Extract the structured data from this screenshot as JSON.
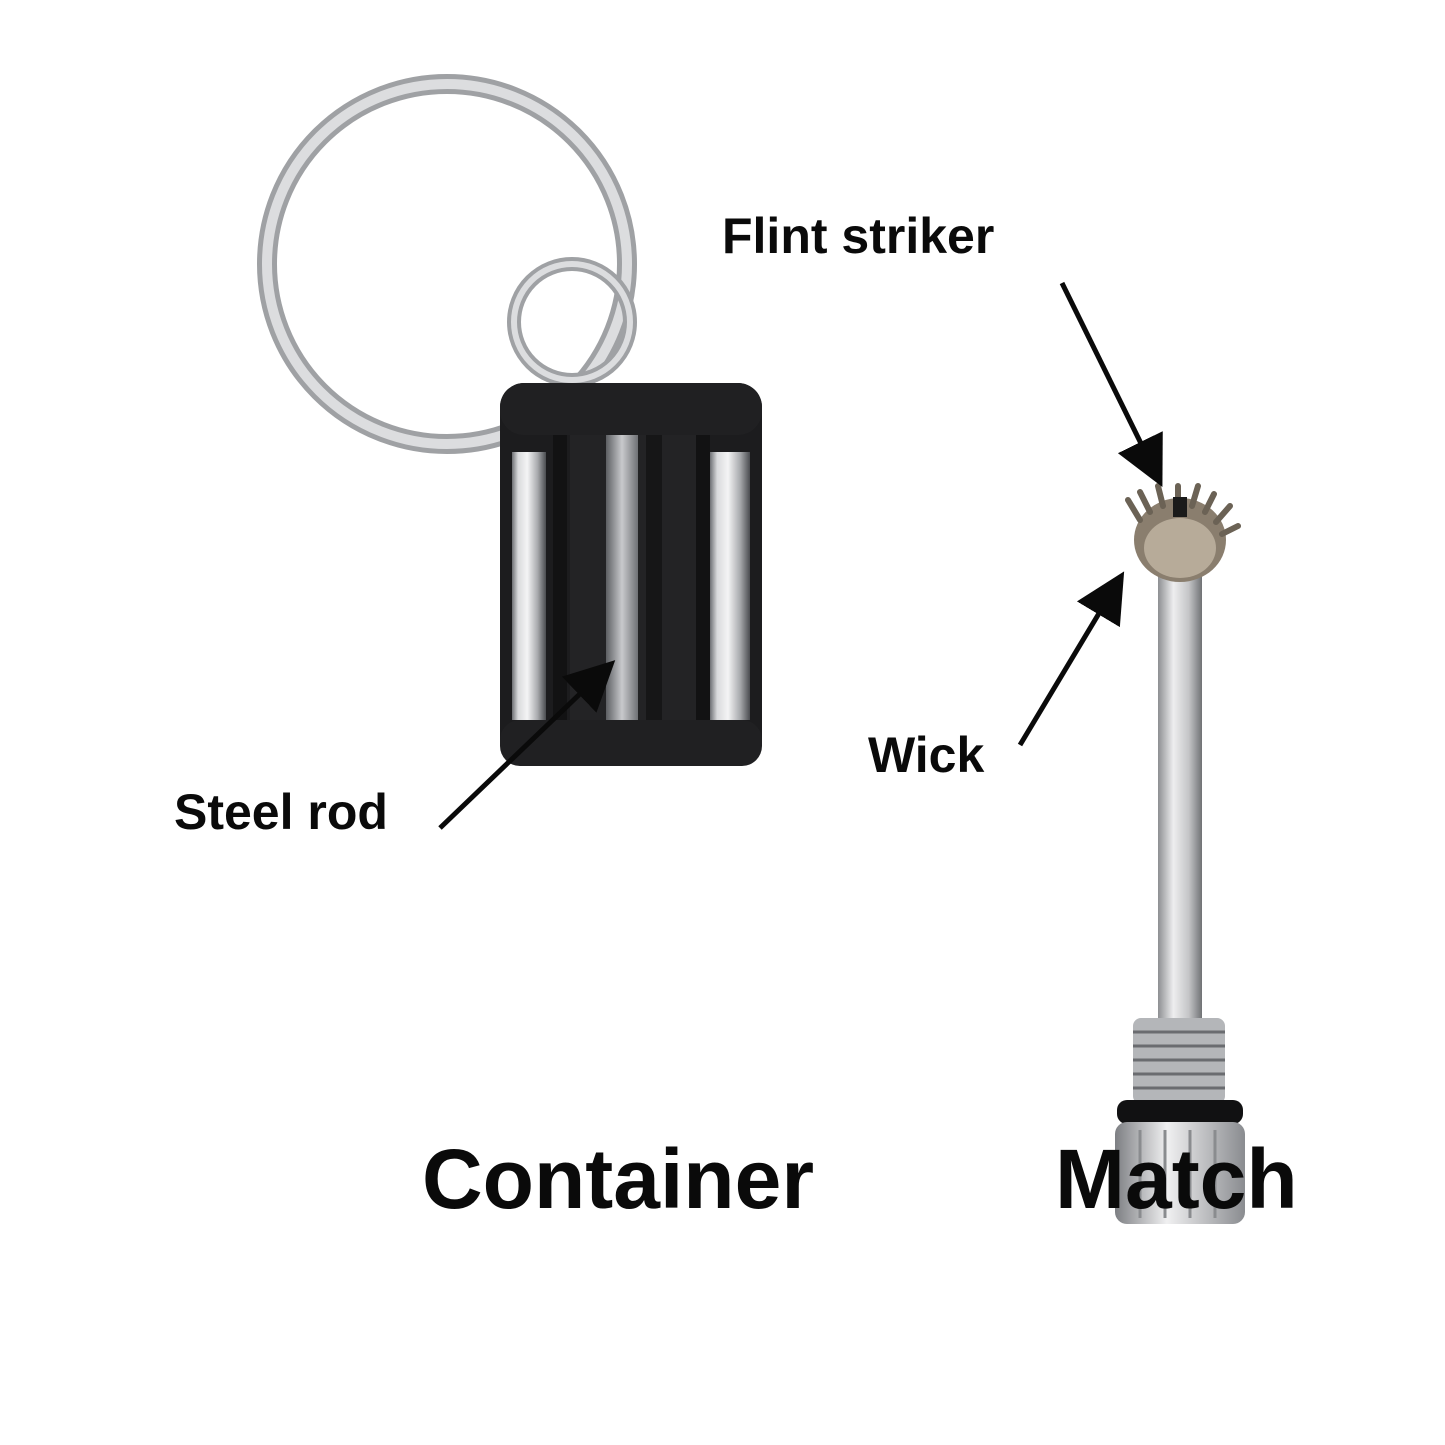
{
  "labels": {
    "flint_striker": "Flint striker",
    "steel_rod": "Steel rod",
    "wick": "Wick",
    "container": "Container",
    "match": "Match"
  },
  "colors": {
    "background": "#ffffff",
    "text": "#0a0a0a",
    "rubber": "#1c1c1e",
    "steel": "#b9bbbe",
    "ring": "#c9cacc"
  }
}
